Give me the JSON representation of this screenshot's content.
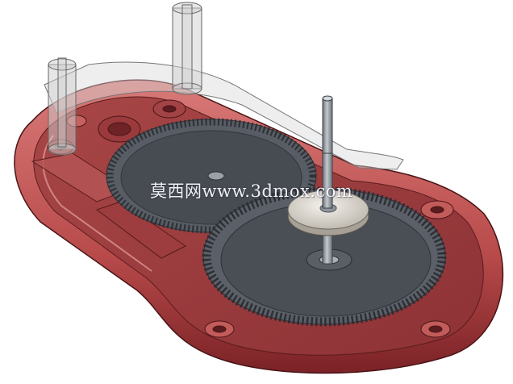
{
  "watermark": {
    "text": "莫西网www.3dmox.com"
  },
  "colors": {
    "housing": "#b84a4a",
    "housing_dark": "#7a2226",
    "housing_light": "#e08a88",
    "gear_face": "#4a5058",
    "gear_teeth": "#5b6068",
    "shaft": "#8f959c",
    "washer": "#d9d4cb",
    "glass": "#c8c8c8",
    "background": "#ffffff"
  },
  "icons": [
    "large-gear-left",
    "large-gear-right",
    "vertical-shaft",
    "washer-disc",
    "transparent-bracket",
    "transparent-post"
  ]
}
